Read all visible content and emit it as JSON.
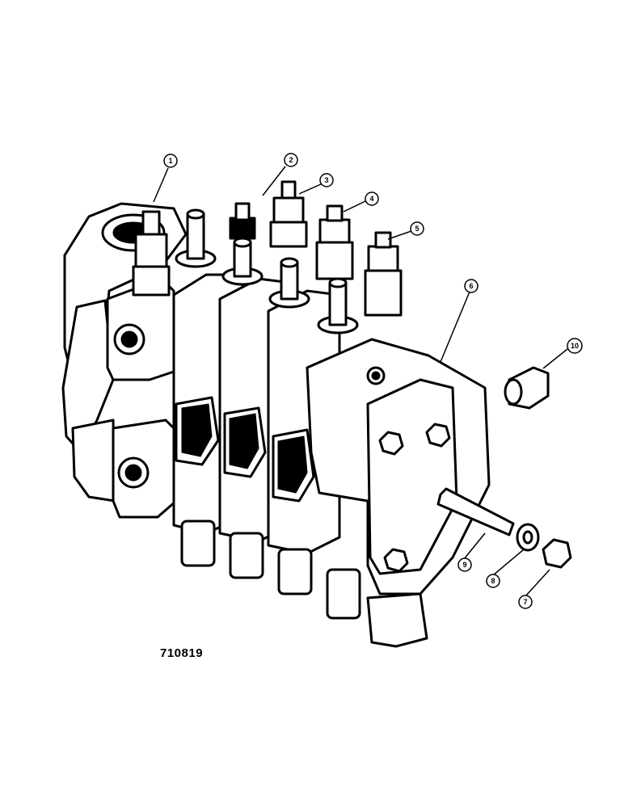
{
  "figure_id": "710819",
  "callouts": [
    {
      "id": "callout-1",
      "label": "1"
    },
    {
      "id": "callout-2",
      "label": "2"
    },
    {
      "id": "callout-3",
      "label": "3"
    },
    {
      "id": "callout-4",
      "label": "4"
    },
    {
      "id": "callout-5",
      "label": "5"
    },
    {
      "id": "callout-6",
      "label": "6"
    },
    {
      "id": "callout-7",
      "label": "7"
    },
    {
      "id": "callout-8",
      "label": "8"
    },
    {
      "id": "callout-9",
      "label": "9"
    },
    {
      "id": "callout-10",
      "label": "10"
    }
  ],
  "colors": {
    "ink": "#000000",
    "paper": "#ffffff"
  }
}
